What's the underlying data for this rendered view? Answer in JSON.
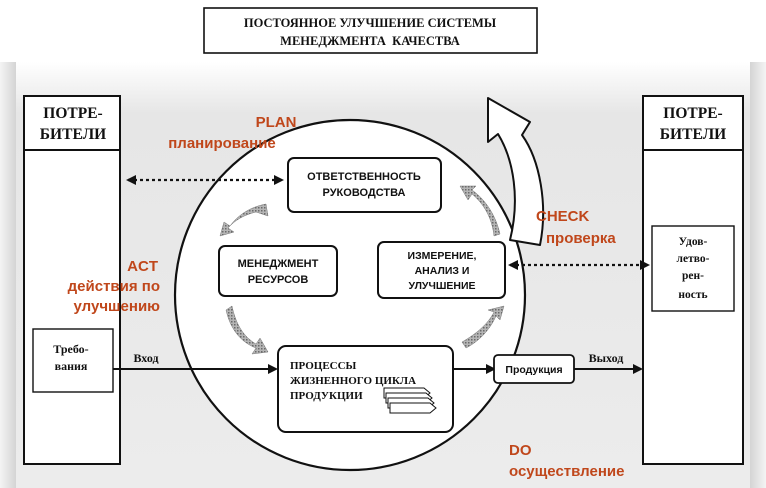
{
  "title": {
    "line1": "ПОСТОЯННОЕ УЛУЧШЕНИЕ СИСТЕМЫ",
    "line2": "МЕНЕДЖМЕНТА  КАЧЕСТВА"
  },
  "left_customers": {
    "line1": "ПОТРЕ-",
    "line2": "БИТЕЛИ"
  },
  "right_customers": {
    "line1": "ПОТРЕ-",
    "line2": "БИТЕЛИ"
  },
  "requirements": {
    "line1": "Требо-",
    "line2": "вания"
  },
  "satisfaction": {
    "line1": "Удов-",
    "line2": "летво-",
    "line3": "рен-",
    "line4": "ность"
  },
  "responsibility": {
    "line1": "ОТВЕТСТВЕННОСТЬ",
    "line2": "РУКОВОДСТВА"
  },
  "resources": {
    "line1": "МЕНЕДЖМЕНТ",
    "line2": "РЕСУРСОВ"
  },
  "measurement": {
    "line1": "ИЗМЕРЕНИЕ,",
    "line2": "АНАЛИЗ И",
    "line3": "УЛУЧШЕНИЕ"
  },
  "processes": {
    "line1": "ПРОЦЕССЫ",
    "line2": "ЖИЗНЕННОГО ЦИКЛА",
    "line3": "ПРОДУКЦИИ"
  },
  "product": "Продукция",
  "input_label": "Вход",
  "output_label": "Выход",
  "plan": {
    "line1": "PLAN",
    "line2": "планирование"
  },
  "check": {
    "line1": "CHECK",
    "line2": "проверка"
  },
  "act": {
    "line1": "ACT",
    "line2": "действия по",
    "line3": "улучшению"
  },
  "do": {
    "line1": "DO",
    "line2": "осуществление"
  },
  "colors": {
    "accent": "#c0471b",
    "line": "#111111",
    "arrow_fill": "#9a9a9a",
    "panel_bg": "#e9e9e9"
  }
}
